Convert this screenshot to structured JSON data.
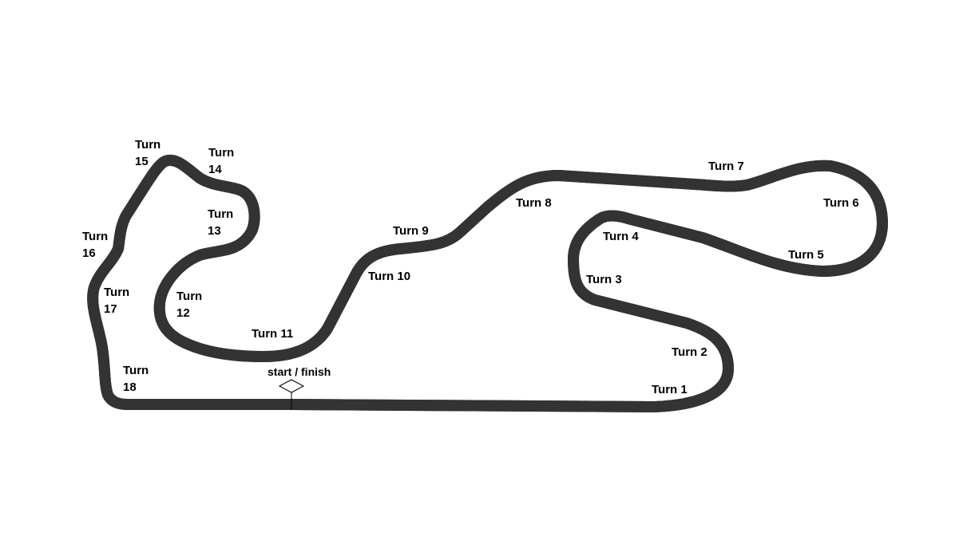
{
  "track": {
    "colors": {
      "surface": "#bcbcbc",
      "outline": "#333333"
    },
    "start_finish_label": "start / finish",
    "turns": [
      {
        "id": 1,
        "label": "Turn 1"
      },
      {
        "id": 2,
        "label": "Turn 2"
      },
      {
        "id": 3,
        "label": "Turn 3"
      },
      {
        "id": 4,
        "label": "Turn 4"
      },
      {
        "id": 5,
        "label": "Turn 5"
      },
      {
        "id": 6,
        "label": "Turn 6"
      },
      {
        "id": 7,
        "label": "Turn 7"
      },
      {
        "id": 8,
        "label": "Turn 8"
      },
      {
        "id": 9,
        "label": "Turn 9"
      },
      {
        "id": 10,
        "label": "Turn 10"
      },
      {
        "id": 11,
        "label": "Turn 11"
      },
      {
        "id": 12,
        "label": "Turn\n12"
      },
      {
        "id": 13,
        "label": "Turn\n13"
      },
      {
        "id": 14,
        "label": "Turn\n14"
      },
      {
        "id": 15,
        "label": "Turn\n15"
      },
      {
        "id": 16,
        "label": "Turn\n16"
      },
      {
        "id": 17,
        "label": "Turn\n17"
      },
      {
        "id": 18,
        "label": "Turn\n18"
      }
    ]
  }
}
